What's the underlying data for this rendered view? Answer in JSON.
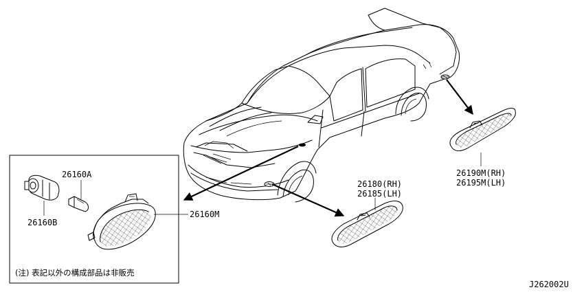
{
  "labels": {
    "bulb_socket": "26160B",
    "bulb": "26160A",
    "lamp_assembly": "26160M",
    "front_lamp_rh": "26180(RH)",
    "front_lamp_lh": "26185(LH)",
    "rear_lamp_rh": "26190M(RH)",
    "rear_lamp_lh": "26195M(LH)"
  },
  "note": "(注) 表記以外の構成部品は非販売",
  "diagram_code": "J262002U"
}
